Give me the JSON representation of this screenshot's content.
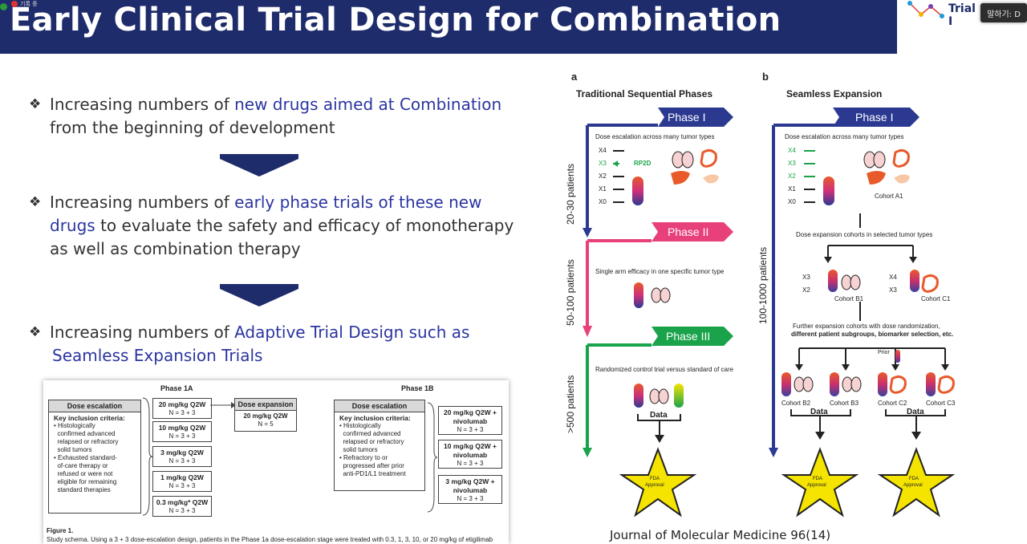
{
  "slide": {
    "title": "Early Clinical Trial Design for Combination",
    "recording_label": "기록 중",
    "logo_text": "Trial I",
    "speak_button": "말하기: D",
    "bullets": [
      {
        "mark": "❖",
        "line1_pre": "Increasing numbers of ",
        "line1_hl": "new drugs aimed at Combination",
        "line2": "from the beginning of development"
      },
      {
        "mark": "❖",
        "line1_pre": "Increasing numbers of ",
        "line1_hl": "early phase trials of these new",
        "line2_hl": "drugs",
        "line2_post": " to evaluate the safety and efficacy of monotherapy",
        "line3": "as well as combination therapy"
      },
      {
        "mark": "❖",
        "line1_pre": "Increasing numbers of ",
        "line1_hl": "Adaptive Trial Design such as",
        "line2_hl": "Seamless Expansion Trials"
      }
    ],
    "journal": "Journal of Molecular Medicine 96(14)"
  },
  "figure1": {
    "phase1a": "Phase 1A",
    "phase1b": "Phase 1B",
    "dose_escalation": "Dose escalation",
    "key_inclusion": "Key inclusion criteria:",
    "crit_a1": "Histologically",
    "crit_a2": "confirmed advanced",
    "crit_a3": "relapsed or refractory",
    "crit_a4": "solid tumors",
    "crit_b1": "Exhausted standard-",
    "crit_b2": "of-care therapy or",
    "crit_b3": "refused or were not",
    "crit_b4": "eligible for remaining",
    "crit_b5": "standard therapies",
    "crit_c1": "Refractory to or",
    "crit_c2": "progressed after prior",
    "crit_c3": "anti-PD1/L1 treatment",
    "doses_1a": [
      {
        "dose": "20 mg/kg Q2W",
        "n": "N = 3 + 3"
      },
      {
        "dose": "10 mg/kg Q2W",
        "n": "N = 3 + 3"
      },
      {
        "dose": "3 mg/kg Q2W",
        "n": "N = 3 + 3"
      },
      {
        "dose": "1 mg/kg Q2W",
        "n": "N = 3 + 3"
      },
      {
        "dose": "0.3 mg/kg* Q2W",
        "n": "N = 3 + 3"
      }
    ],
    "dose_expansion": "Dose expansion",
    "expansion_dose": "20 mg/kg Q2W",
    "expansion_n": "N = 5",
    "doses_1b": [
      {
        "dose": "20 mg/kg Q2W +",
        "drug": "nivolumab",
        "n": "N = 3 + 3"
      },
      {
        "dose": "10 mg/kg Q2W +",
        "drug": "nivolumab",
        "n": "N = 3 + 3"
      },
      {
        "dose": "3 mg/kg Q2W +",
        "drug": "nivolumab",
        "n": "N = 3 + 3"
      }
    ],
    "caption_title": "Figure 1.",
    "caption_text": "Study schema. Using a 3 + 3 dose-escalation design, patients in the Phase 1a dose-escalation stage were treated with 0.3, 1, 3, 10, or 20 mg/kg of etigilimab"
  },
  "diagram": {
    "label_a": "a",
    "label_b": "b",
    "title_a": "Traditional Sequential Phases",
    "title_b": "Seamless Expansion",
    "phase1": "Phase I",
    "phase2": "Phase II",
    "phase3": "Phase III",
    "dose_esc_text": "Dose escalation across many tumor types",
    "rp2d": "RP2D",
    "levels": [
      "X4",
      "X3",
      "X2",
      "X1",
      "X0"
    ],
    "patients_a1": "20-30 patients",
    "patients_a2": "50-100 patients",
    "patients_a3": ">500 patients",
    "patients_b": "100-1000 patients",
    "single_arm": "Single arm efficacy in one specific tumor type",
    "randomized": "Randomized control trial versus standard of care",
    "data": "Data",
    "fda": "FDA",
    "approval": "Approval",
    "cohort_a1": "Cohort A1",
    "dose_exp_cohorts": "Dose expansion cohorts in selected tumor types",
    "x3": "X3",
    "x2": "X2",
    "x4": "X4",
    "cohort_b1": "Cohort B1",
    "cohort_c1": "Cohort C1",
    "further_1": "Further expansion cohorts with dose randomization,",
    "further_2": "different patient subgroups, biomarker selection, etc.",
    "prior": "Prior",
    "cohort_b2": "Cohort B2",
    "cohort_b3": "Cohort B3",
    "cohort_c2": "Cohort C2",
    "cohort_c3": "Cohort C3"
  },
  "colors": {
    "title_bg": "#1f2c6b",
    "highlight": "#2b35a0",
    "phase1": "#2b3990",
    "phase2": "#e8407a",
    "phase3": "#1aa34a",
    "star": "#f5e400"
  }
}
